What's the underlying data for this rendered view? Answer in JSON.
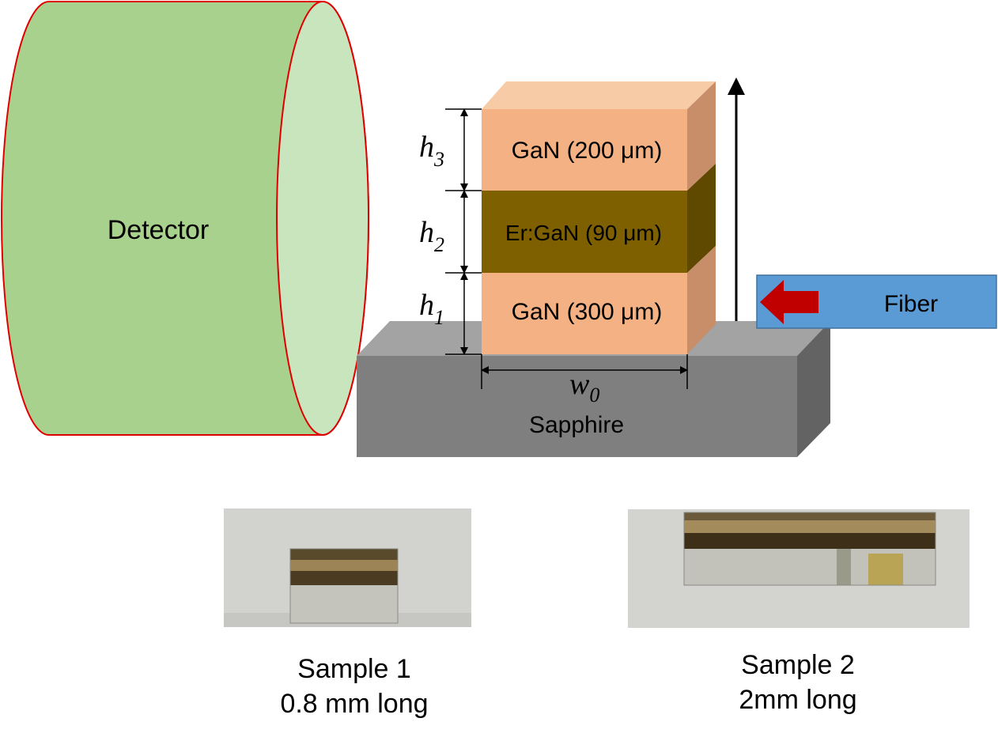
{
  "labels": {
    "detector": "Detector",
    "layer_top": "GaN (200 μm)",
    "layer_mid": "Er:GaN (90 μm)",
    "layer_bottom": "GaN (300 μm)",
    "h3": "h",
    "h3_sub": "3",
    "h2": "h",
    "h2_sub": "2",
    "h1": "h",
    "h1_sub": "1",
    "w0": "w",
    "w0_sub": "0",
    "substrate": "Sapphire",
    "fiber": "Fiber"
  },
  "samples": [
    {
      "line1": "Sample 1",
      "line2": "0.8 mm long"
    },
    {
      "line1": "Sample 2",
      "line2": "2mm long"
    }
  ],
  "colors": {
    "detector_body": "#a9d18e",
    "detector_face": "#c9e5bd",
    "detector_outline": "#e00000",
    "gan": "#f4b183",
    "gan_top": "#f8cba7",
    "gan_side": "#c88e6a",
    "ergan": "#7f6000",
    "ergan_side": "#5f4800",
    "sapphire_front": "#7f7f7f",
    "sapphire_top": "#a3a3a3",
    "sapphire_side": "#636363",
    "fiber": "#5b9bd5",
    "arrow_red": "#c00000"
  }
}
